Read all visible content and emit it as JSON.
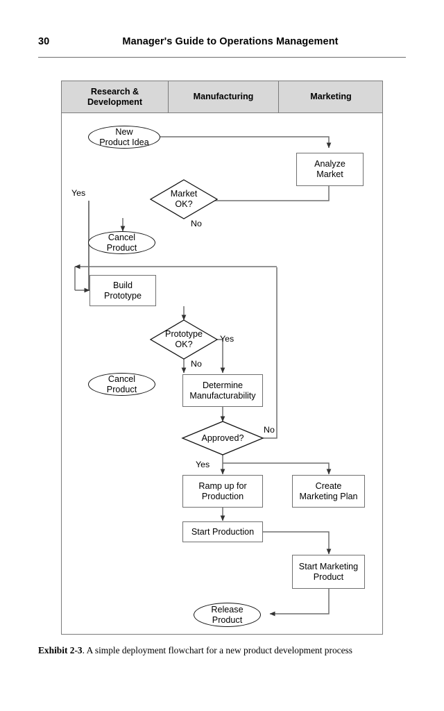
{
  "runhead": {
    "page_number": "30",
    "book_title": "Manager's Guide to Operations Management"
  },
  "figure": {
    "columns": [
      {
        "label": "Research &\nDevelopment"
      },
      {
        "label": "Manufacturing"
      },
      {
        "label": "Marketing"
      }
    ],
    "column_labels_flat": [
      "Research & Development",
      "Manufacturing",
      "Marketing"
    ],
    "nodes": [
      {
        "id": "new-product-idea",
        "label": "New\nProduct Idea",
        "shape": "oval",
        "column": "Research & Development"
      },
      {
        "id": "analyze-market",
        "label": "Analyze\nMarket",
        "shape": "box",
        "column": "Marketing"
      },
      {
        "id": "market-ok",
        "label": "Market\nOK?",
        "shape": "diamond",
        "column": "Research & Development"
      },
      {
        "id": "cancel-product-1",
        "label": "Cancel\nProduct",
        "shape": "oval",
        "column": "Research & Development"
      },
      {
        "id": "build-prototype",
        "label": "Build\nPrototype",
        "shape": "box",
        "column": "Research & Development"
      },
      {
        "id": "prototype-ok",
        "label": "Prototype\nOK?",
        "shape": "diamond",
        "column": "Research & Development"
      },
      {
        "id": "cancel-product-2",
        "label": "Cancel\nProduct",
        "shape": "oval",
        "column": "Research & Development"
      },
      {
        "id": "determine-manufacturability",
        "label": "Determine\nManufacturability",
        "shape": "box",
        "column": "Manufacturing"
      },
      {
        "id": "approved",
        "label": "Approved?",
        "shape": "diamond",
        "column": "Manufacturing"
      },
      {
        "id": "ramp-up-for-production",
        "label": "Ramp up for\nProduction",
        "shape": "box",
        "column": "Manufacturing"
      },
      {
        "id": "create-marketing-plan",
        "label": "Create\nMarketing Plan",
        "shape": "box",
        "column": "Marketing"
      },
      {
        "id": "start-production",
        "label": "Start Production",
        "shape": "box",
        "column": "Manufacturing"
      },
      {
        "id": "start-marketing-product",
        "label": "Start Marketing\nProduct",
        "shape": "box",
        "column": "Marketing"
      },
      {
        "id": "release-product",
        "label": "Release\nProduct",
        "shape": "oval",
        "column": "Manufacturing"
      }
    ],
    "edge_labels": [
      {
        "id": "market-ok-yes",
        "text": "Yes"
      },
      {
        "id": "market-ok-no",
        "text": "No"
      },
      {
        "id": "prototype-ok-yes",
        "text": "Yes"
      },
      {
        "id": "prototype-ok-no",
        "text": "No"
      },
      {
        "id": "approved-no",
        "text": "No"
      },
      {
        "id": "approved-yes",
        "text": "Yes"
      }
    ],
    "colors": {
      "band_fill": "#d8d8d8",
      "frame_stroke": "#7a7a7a",
      "node_stroke": "#6f6f6f",
      "connector": "#6f6f6f",
      "page_background": "#ffffff"
    }
  },
  "caption": {
    "exhibit_label": "Exhibit 2-3",
    "text": ". A simple deployment flowchart for a new product development process"
  }
}
